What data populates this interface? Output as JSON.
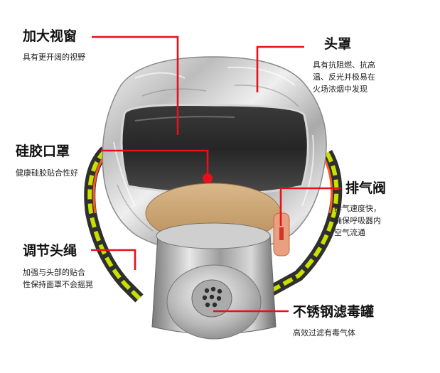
{
  "product": {
    "name": "Fire escape smoke hood (foil hood with silicone mouthpiece and filter canister)"
  },
  "colors": {
    "leader_line": "#e8101a",
    "leader_dot": "#e8101a",
    "strap_yellow": "#c9e000",
    "strap_red": "#ff5a1f"
  },
  "callouts": {
    "window": {
      "title": "加大视窗",
      "desc": "具有更开阔的视野"
    },
    "hood": {
      "title": "头罩",
      "desc_lines": [
        "具有抗阻燃、抗高",
        "温、反光并极易在",
        "火场浓烟中发现"
      ]
    },
    "mouthpiece": {
      "title": "硅胶口罩",
      "desc": "健康硅胶贴合性好"
    },
    "valve": {
      "title": "排气阀",
      "desc_lines": [
        "排气速度快，",
        "确保呼吸器内",
        "空气流通"
      ]
    },
    "strap": {
      "title": "调节头绳",
      "desc_lines": [
        "加强与头部的贴合",
        "性保持面罩不会摇晃"
      ]
    },
    "canister": {
      "title": "不锈钢滤毒罐",
      "desc": "高效过滤有毒气体"
    }
  }
}
